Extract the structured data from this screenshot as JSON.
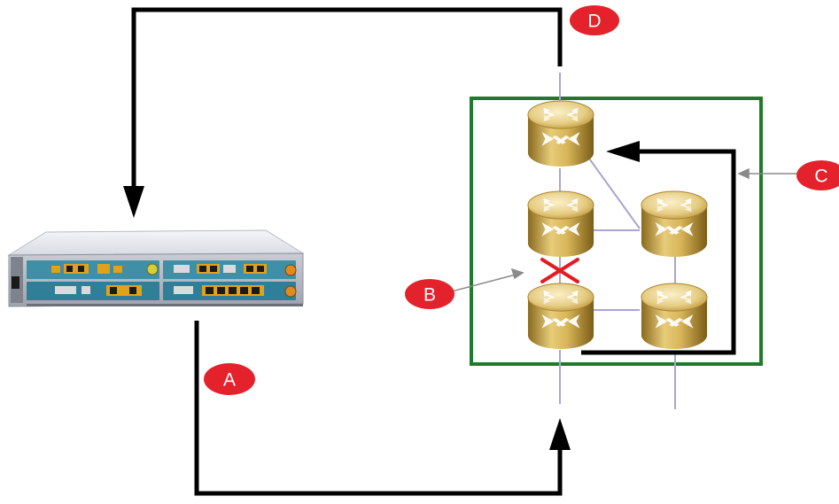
{
  "callouts": {
    "a": "A",
    "b": "B",
    "c": "C",
    "d": "D"
  },
  "colors": {
    "flow_path": "#000000",
    "ring_box": "#1f7a2c",
    "fiber_link": "#a7a6cf",
    "callout_fill": "#e3222b",
    "fault_mark": "#e31b23",
    "pointer": "#8a8a8a",
    "router_gold": "#c9a53f"
  },
  "icons": {
    "test_instrument": "network-test-chassis-icon",
    "router": "router-node-icon",
    "fault": "fault-x-icon"
  }
}
